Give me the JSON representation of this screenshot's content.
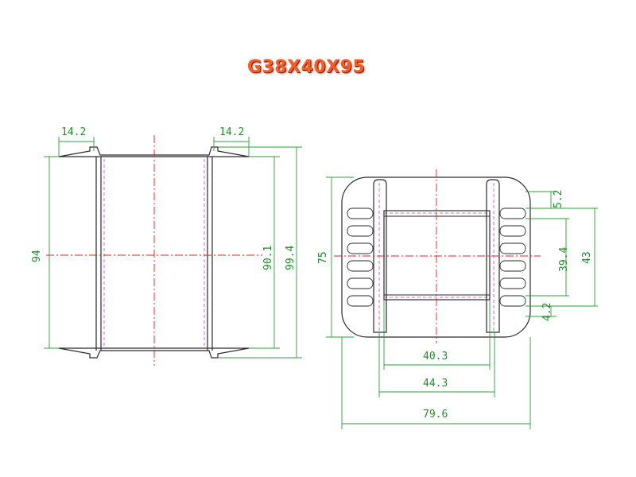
{
  "title": "G38X40X95",
  "colors": {
    "title": "#ff5a1f",
    "dimension": "#2c9d3a",
    "centerline": "#e02020",
    "hidden": "#d040d0",
    "outline": "#2a2a2a"
  },
  "side_view": {
    "flange_left": "14.2",
    "flange_right": "14.2",
    "height_left": "94",
    "height_inner": "90.1",
    "height_outer": "99.4"
  },
  "front_view": {
    "height_left": "75",
    "slot_top": "5.2",
    "pitch_inner": "39.4",
    "pitch_outer": "43",
    "slot_bottom": "4.2",
    "width_inner": "40.3",
    "width_mid": "44.3",
    "width_outer": "79.6"
  }
}
